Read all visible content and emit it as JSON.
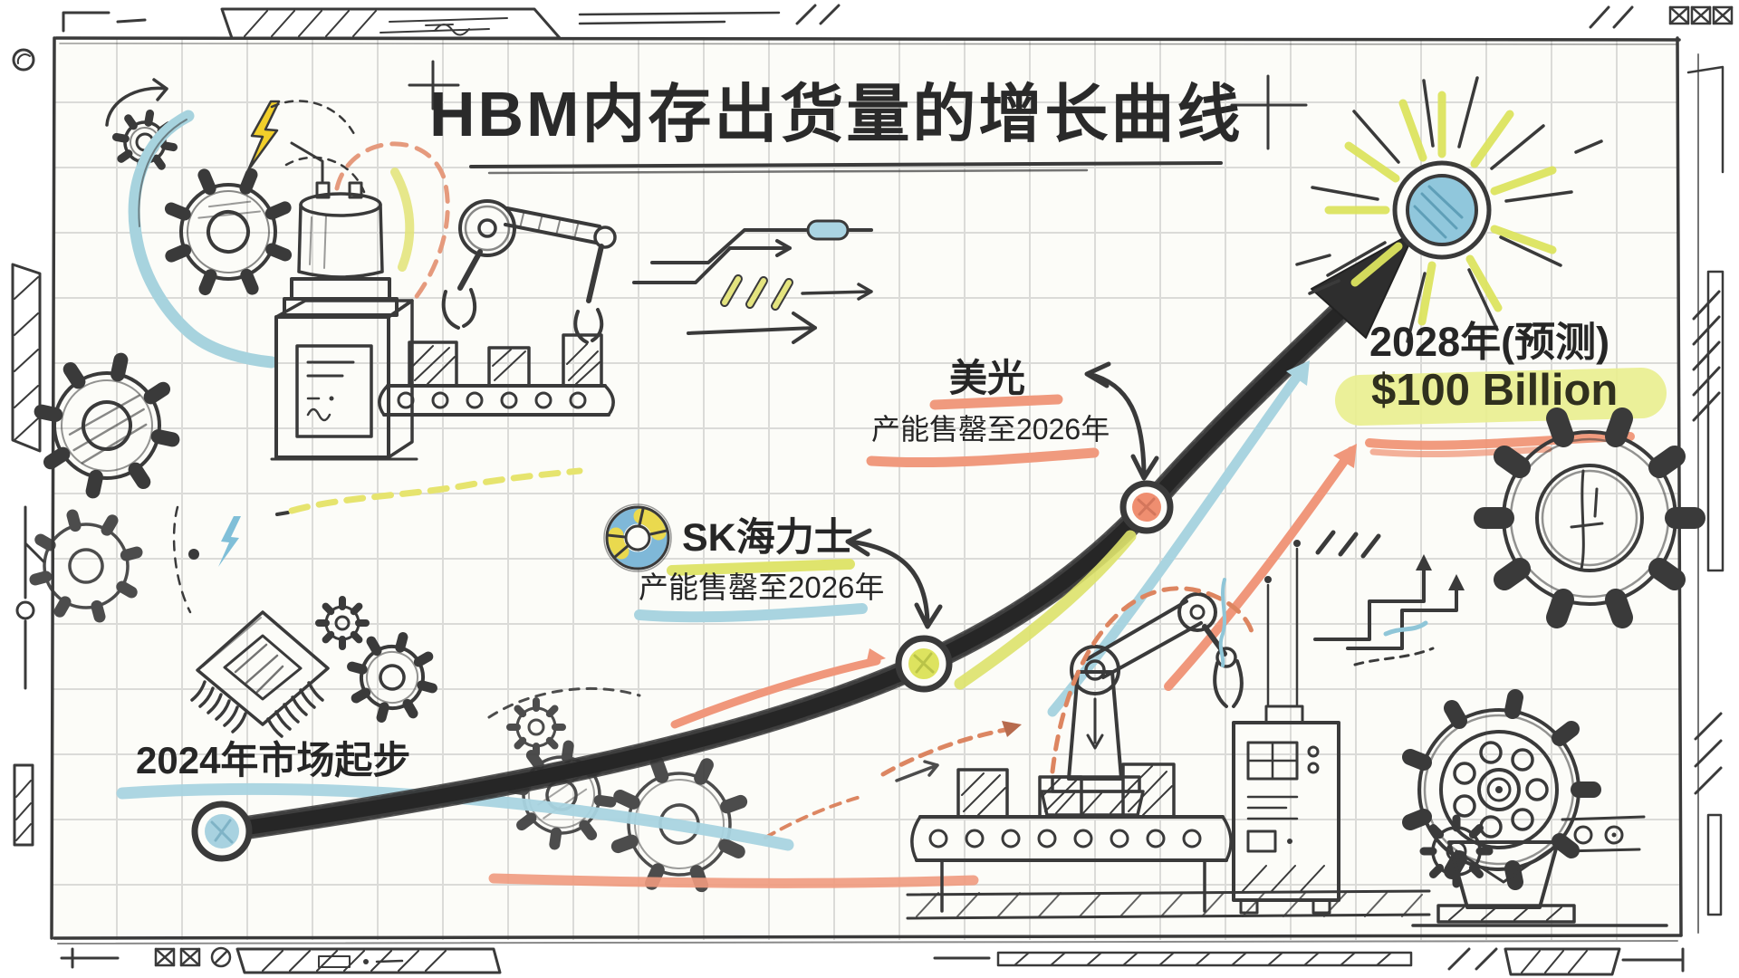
{
  "title": "HBM内存出货量的增长曲线",
  "milestones": {
    "start": {
      "label": "2024年市场起步"
    },
    "sk": {
      "name": "SK海力士",
      "note": "产能售罄至2026年"
    },
    "micron": {
      "name": "美光",
      "note": "产能售罄至2026年"
    },
    "forecast": {
      "label": "2028年(预测)",
      "value": "$100 Billion"
    }
  },
  "icons": [
    "donut-chart-icon",
    "gear-icon",
    "lightning-icon",
    "chip-icon",
    "robot-arm-icon",
    "conveyor-icon",
    "starburst-icon",
    "arrow-up-icon"
  ],
  "colors": {
    "paper": "#fcfcf8",
    "grid": "#dbdbd8",
    "ink": "#3a3a3a",
    "blue": "#a9d4e0",
    "yellow_green": "#dde26a",
    "salmon": "#f0977b",
    "highlight": "#e9ee8e",
    "lightning_yellow": "#f2cf2a",
    "dot_start": "#a8d2e0",
    "dot_sk": "#dde35f",
    "dot_micron": "#ef8e70",
    "dot_end": "#90c7dc"
  },
  "chart_data": {
    "type": "line",
    "title": "HBM内存出货量的增长曲线",
    "trend": "exponential-increase",
    "points": [
      {
        "x": "2024",
        "label": "2024年市场起步",
        "marker_color": "#a8d2e0"
      },
      {
        "x": "2026",
        "label": "SK海力士 产能售罄至2026年",
        "marker_color": "#dde35f"
      },
      {
        "x": "2026",
        "label": "美光 产能售罄至2026年",
        "marker_color": "#ef8e70"
      },
      {
        "x": "2028",
        "label": "2028年(预测)",
        "value_usd_billion": 100,
        "marker_color": "#90c7dc"
      }
    ]
  }
}
